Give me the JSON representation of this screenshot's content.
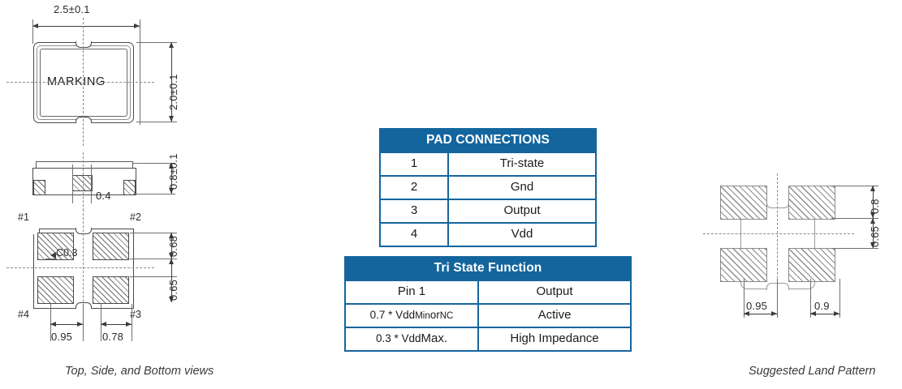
{
  "captions": {
    "left": "Top, Side, and  Bottom  views",
    "right": "Suggested Land Pattern"
  },
  "colors": {
    "table_header_bg": "#14659e",
    "table_border": "#15659e",
    "header_text": "#ffffff",
    "drawing_line": "#4a4a4a",
    "background": "#ffffff"
  },
  "top_view": {
    "marking_text": "MARKING",
    "dim_width": "2.5±0.1",
    "dim_height": "2.0±0.1"
  },
  "side_view": {
    "dim_height": "0.8±0.1",
    "dim_pad": "0.4"
  },
  "bottom_view": {
    "pins": [
      "#1",
      "#2",
      "#3",
      "#4"
    ],
    "chamfer": "C0.3",
    "dim_pad_height": "0.68",
    "dim_pitch_y": "0.65",
    "dim_x_left": "0.95",
    "dim_x_right": "0.78"
  },
  "land_pattern": {
    "dim_pad_height": "0.8",
    "dim_pitch_y": "0.65",
    "dim_x_left": "0.95",
    "dim_x_right": "0.9"
  },
  "pad_connections": {
    "title": "PAD CONNECTIONS",
    "rows": [
      {
        "pin": "1",
        "function": "Tri-state"
      },
      {
        "pin": "2",
        "function": "Gnd"
      },
      {
        "pin": "3",
        "function": "Output"
      },
      {
        "pin": "4",
        "function": "Vdd"
      }
    ]
  },
  "tri_state_function": {
    "title": "Tri State Function",
    "headers": {
      "col1": "Pin 1",
      "col2": "Output"
    },
    "rows": [
      {
        "condition_main": "0.7 * Vdd",
        "condition_sub": "Min",
        "condition_or": "or",
        "condition_nc": "NC",
        "result": "Active"
      },
      {
        "condition_main": "0.3 * Vdd",
        "condition_sub": "Max.",
        "condition_or": "",
        "condition_nc": "",
        "result": "High Impedance"
      }
    ]
  }
}
